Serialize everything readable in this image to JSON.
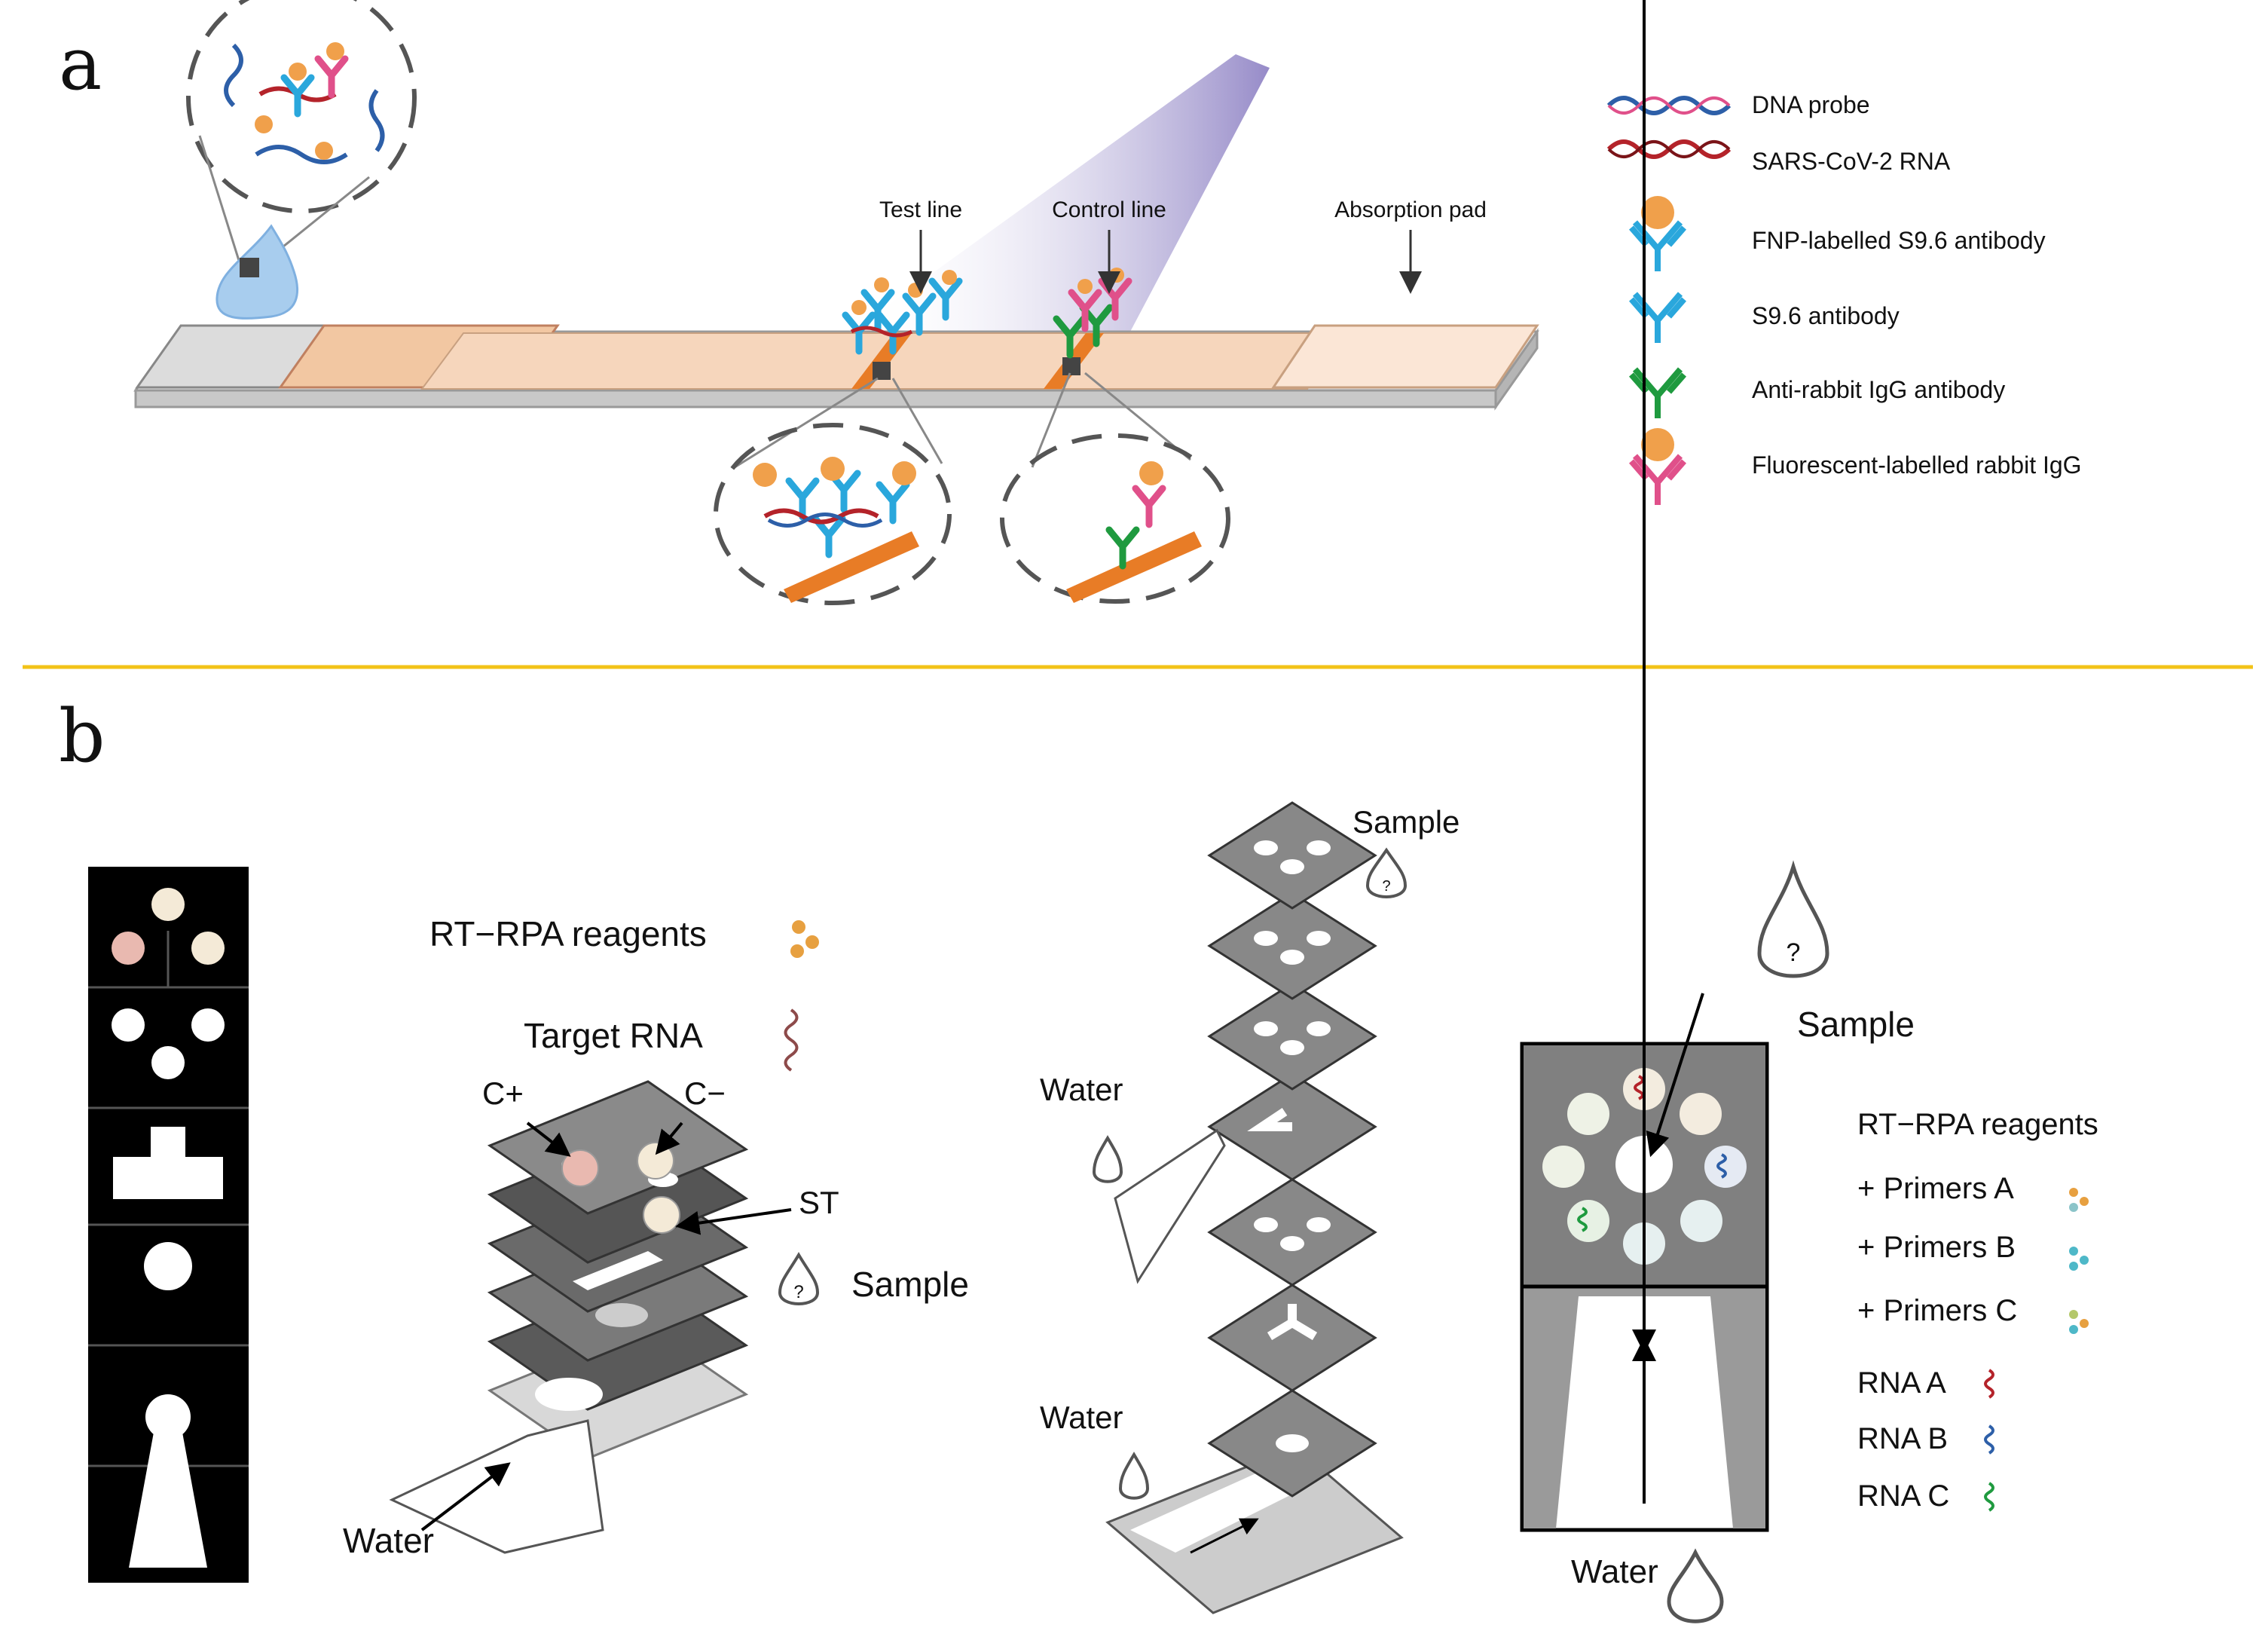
{
  "panel_a": {
    "letter": "a",
    "strip_labels": {
      "test_line": "Test line",
      "control_line": "Control line",
      "absorption_pad": "Absorption pad"
    },
    "legend": [
      {
        "icon": "dna-probe-icon",
        "label": "DNA probe"
      },
      {
        "icon": "sars-cov-2-rna-icon",
        "label": "SARS-CoV-2 RNA"
      },
      {
        "icon": "fnp-labelled-antibody-icon",
        "label": "FNP-labelled S9.6 antibody"
      },
      {
        "icon": "s96-antibody-icon",
        "label": "S9.6 antibody"
      },
      {
        "icon": "anti-rabbit-igg-icon",
        "label": "Anti-rabbit IgG antibody"
      },
      {
        "icon": "fluorescent-rabbit-igg-icon",
        "label": "Fluorescent-labelled rabbit IgG"
      }
    ]
  },
  "panel_b": {
    "letter": "b",
    "device1": {
      "rt_rpa_reagents": "RT−RPA reagents",
      "target_rna": "Target RNA",
      "c_plus": "C+",
      "c_minus": "C−",
      "st": "ST",
      "sample": "Sample",
      "water": "Water"
    },
    "device2": {
      "sample": "Sample",
      "water_top": "Water",
      "water_bottom": "Water"
    },
    "device3": {
      "sample": "Sample",
      "rt_rpa_reagents": "RT−RPA reagents",
      "primers": [
        "+ Primers A",
        "+ Primers B",
        "+ Primers C"
      ],
      "rnas": [
        "RNA A",
        "RNA B",
        "RNA C"
      ],
      "water": "Water"
    }
  },
  "colors": {
    "divider": "#f2c318",
    "strip_orange": "#f2c7a2",
    "line_orange": "#e87c26",
    "antibody_blue": "#2aa7dc",
    "label_orange": "#f0a04b",
    "anti_rabbit_green": "#1f9a3f",
    "rabbit_pink": "#e0508a",
    "rna_red": "#b4232a",
    "dna_blue": "#2d5fa8",
    "light_purple": "#8d7fc4"
  }
}
